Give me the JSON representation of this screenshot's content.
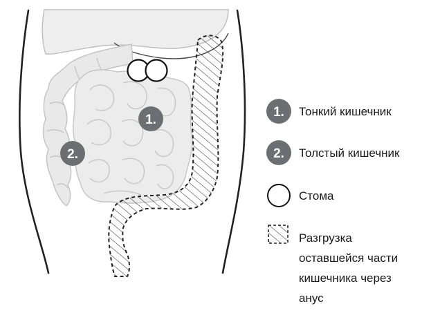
{
  "markers": {
    "small_intestine": "1.",
    "large_intestine": "2."
  },
  "legend": {
    "items": [
      {
        "marker": "1.",
        "label": "Тонкий кишечник"
      },
      {
        "marker": "2.",
        "label": "Толстый кишечник"
      },
      {
        "marker": "",
        "label": "Стома"
      },
      {
        "marker": "",
        "label_lines": [
          "Разгрузка",
          "оставшейся части",
          "кишечника через",
          "анус"
        ]
      }
    ]
  },
  "colors": {
    "badge": "#6d6e71",
    "outline": "#222222",
    "organ_fill": "#e8e8e8",
    "organ_stroke": "#c4c4c4",
    "hatch": "#333333",
    "text": "#1a1a1a"
  }
}
